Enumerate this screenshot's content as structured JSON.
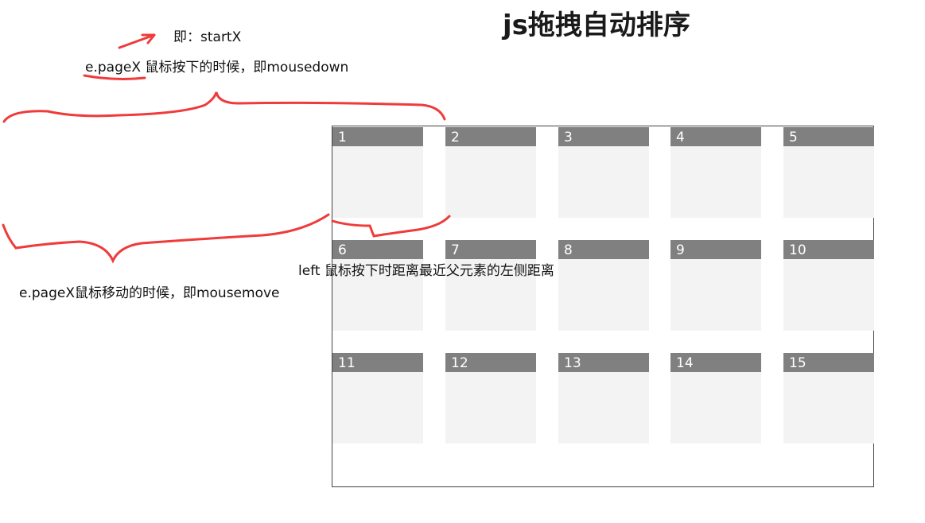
{
  "title": "js拖拽自动排序",
  "notes": {
    "startx": "即：startX",
    "mousedown": "e.pageX 鼠标按下的时候，即mousedown",
    "left": "left 鼠标按下时距离最近父元素的左侧距离",
    "mousemove": "e.pageX鼠标移动的时候，即mousemove"
  },
  "boxes": [
    "1",
    "2",
    "3",
    "4",
    "5",
    "6",
    "7",
    "8",
    "9",
    "10",
    "11",
    "12",
    "13",
    "14",
    "15"
  ],
  "colors": {
    "annotation": "#ef3b3b",
    "box_header": "#808080",
    "box_body": "#f3f3f3",
    "container_border": "#444444"
  }
}
